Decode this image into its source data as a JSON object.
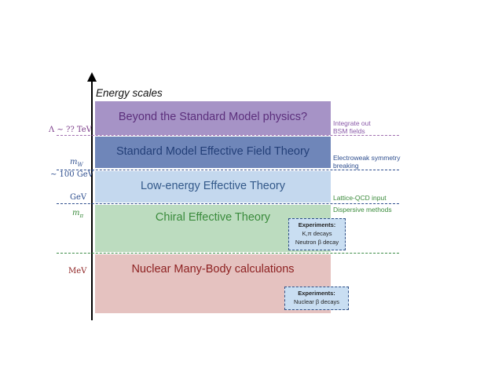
{
  "axis": {
    "label": "Energy scales"
  },
  "bands": [
    {
      "label": "Beyond the Standard Model physics?",
      "fill": "#a693c6",
      "text": "#5c2f7c"
    },
    {
      "label": "Standard Model Effective Field Theory",
      "fill": "#6f86b9",
      "text": "#233f78"
    },
    {
      "label": "Low-energy Effective Theory",
      "fill": "#c4d8ee",
      "text": "#33598a"
    },
    {
      "label": "Chiral Effective Theory",
      "fill": "#bcdcbf",
      "text": "#3a8b3c"
    },
    {
      "label": "Nuclear Many-Body calculations",
      "fill": "#e5c2c0",
      "text": "#8c1f1f"
    }
  ],
  "scales": {
    "tev": "Λ ∼ ?? TeV",
    "mw": "m",
    "mw_sub": "W",
    "gev100": "∼ 100 GeV",
    "gev": "GeV",
    "mpi": "m",
    "mpi_sub": "π",
    "mev": "MeV"
  },
  "annotations": {
    "integrate_1": "Integrate out",
    "integrate_2": "BSM fields",
    "ewsb_1": "Electroweak symmetry",
    "ewsb_2": "breaking",
    "lattice": "Lattice-QCD input",
    "dispersive": "Dispersive methods"
  },
  "experiments_1": {
    "title": "Experiments:",
    "line1": "K,π decays",
    "line2": "Neutron β decay"
  },
  "experiments_2": {
    "title": "Experiments:",
    "line1": "Nuclear β decays"
  },
  "colors": {
    "bsm_dash": "#a16fb0",
    "sm_dash": "#2f4f8f",
    "chiral_dash": "#3c8c46",
    "lattice_text": "#3a8a3a",
    "tev_label": "#7c3d8a",
    "mw_label": "#2f4f8f",
    "mpi_label": "#3a8b3c",
    "mev_label": "#8c1f1f"
  }
}
